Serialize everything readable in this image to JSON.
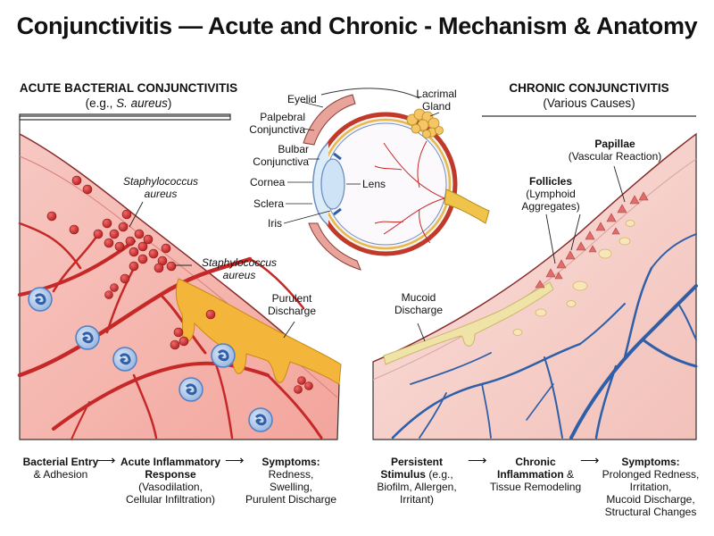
{
  "title": "Conjunctivitis — Acute and Chronic - Mechanism & Anatomy",
  "acute": {
    "heading": "ACUTE BACTERIAL CONJUNCTIVITIS",
    "subheading_prefix": "(e.g., ",
    "subheading_italic": "S. aureus",
    "subheading_suffix": ")",
    "label_staph_1_line1": "Staphylococcus",
    "label_staph_1_line2": "aureus",
    "label_staph_2_line1": "Staphylococcus",
    "label_staph_2_line2": "aureus",
    "label_purulent_line1": "Purulent",
    "label_purulent_line2": "Discharge",
    "flow": {
      "step1_bold": "Bacterial Entry",
      "step1_rest": "& Adhesion",
      "step2_bold_line1": "Acute Inflammatory",
      "step2_bold_line2": "Response",
      "step2_rest_line1": "(Vasodilation,",
      "step2_rest_line2": "Cellular Infiltration)",
      "step3_bold": "Symptoms:",
      "step3_rest_line1": "Redness,",
      "step3_rest_line2": "Swelling,",
      "step3_rest_line3": "Purulent Discharge"
    }
  },
  "chronic": {
    "heading": "CHRONIC CONJUNCTIVITIS",
    "subheading": "(Various Causes)",
    "label_papillae_bold": "Papillae",
    "label_papillae_rest": "(Vascular Reaction)",
    "label_follicles_bold": "Follicles",
    "label_follicles_line2": "(Lymphoid",
    "label_follicles_line3": "Aggregates)",
    "label_mucoid_line1": "Mucoid",
    "label_mucoid_line2": "Discharge",
    "flow": {
      "step1_bold_line1": "Persistent",
      "step1_bold_line2": "Stimulus",
      "step1_rest_line2": " (e.g.,",
      "step1_rest_line3": "Biofilm, Allergen,",
      "step1_rest_line4": "Irritant)",
      "step2_bold_line1": "Chronic",
      "step2_bold_line2": "Inflammation",
      "step2_rest_line2": " &",
      "step2_rest_line3": "Tissue Remodeling",
      "step3_bold": "Symptoms:",
      "step3_rest_line1": "Prolonged Redness,",
      "step3_rest_line2": "Irritation,",
      "step3_rest_line3": "Mucoid Discharge,",
      "step3_rest_line4": "Structural Changes"
    }
  },
  "eye": {
    "eyelid": "Eyelid",
    "palpebral_line1": "Palpebral",
    "palpebral_line2": "Conjunctiva",
    "bulbar_line1": "Bulbar",
    "bulbar_line2": "Conjunctiva",
    "cornea": "Cornea",
    "sclera": "Sclera",
    "iris": "Iris",
    "lens": "Lens",
    "lacrimal_line1": "Lacrimal",
    "lacrimal_line2": "Gland"
  },
  "arrow_glyph": "⟶",
  "colors": {
    "tissue_red": "#f4b4ad",
    "vessel_red": "#c62828",
    "vessel_blue": "#2f5fa8",
    "pus_yellow": "#f4b63a",
    "mucoid": "#efe3a8",
    "neutrophil": "#4f7fc4"
  }
}
